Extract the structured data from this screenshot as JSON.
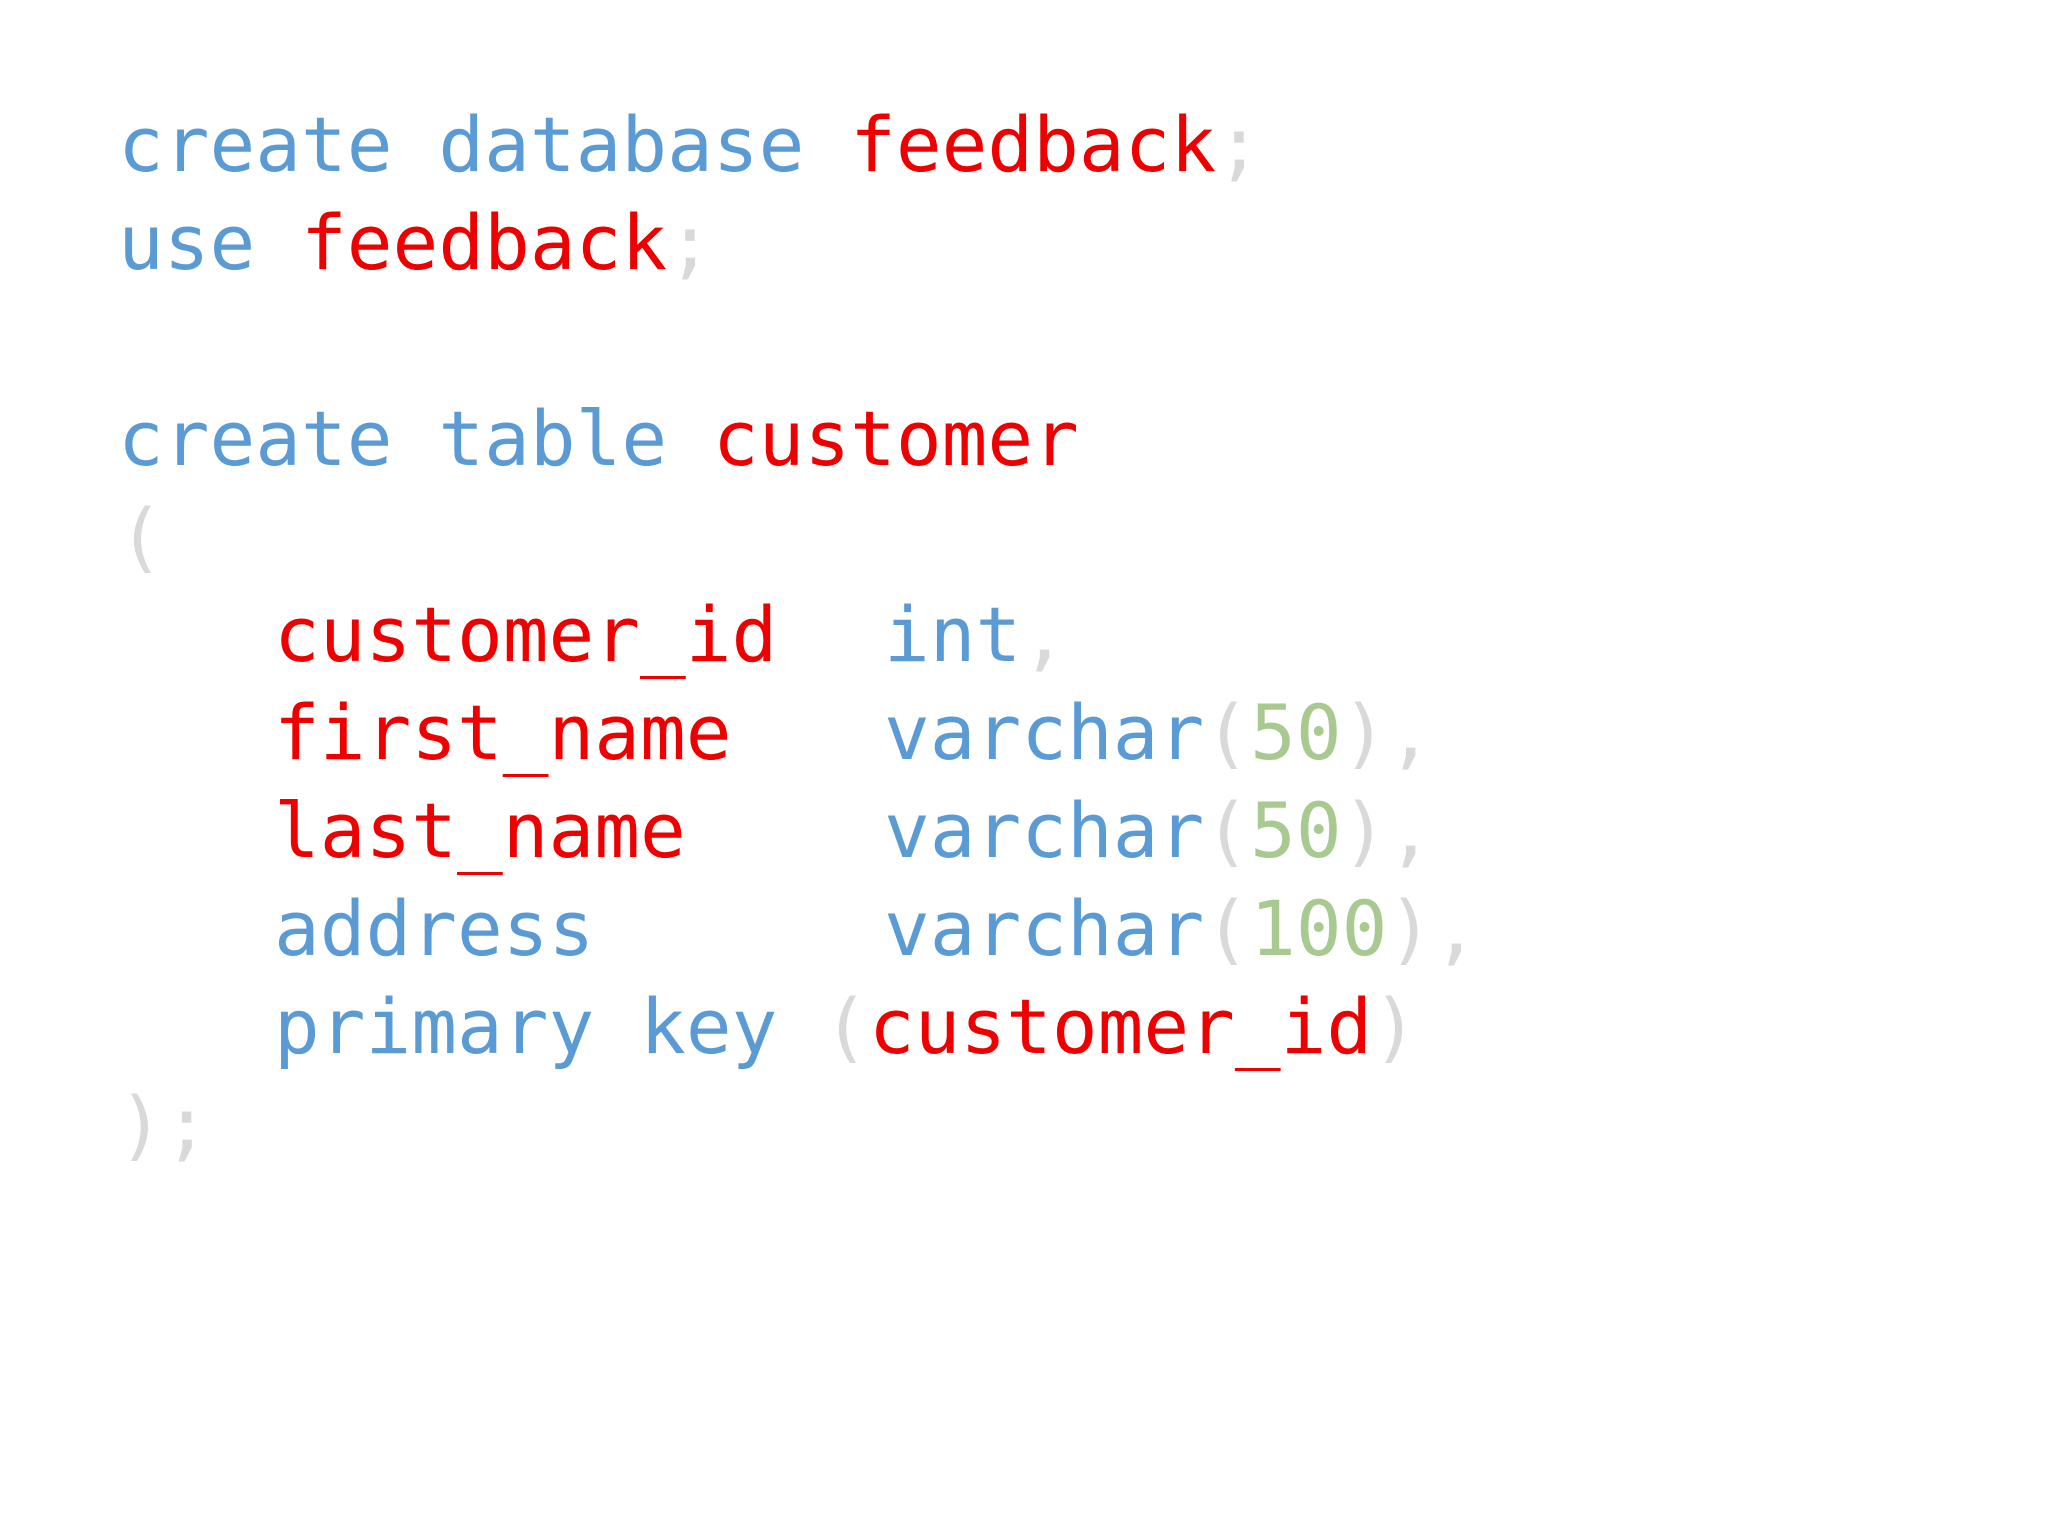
{
  "document": {
    "kind": "sql-code-listing",
    "language": "sql",
    "background_color": "#ffffff"
  },
  "colors": {
    "keyword": "#5b9bd5",
    "identifier": "#ee0000",
    "punctuation": "#d9d9d9",
    "number": "#a8c98f",
    "type": "#5b9bd5",
    "background": "#ffffff"
  },
  "code": {
    "line1": {
      "keyword_create": "create",
      "space1": " ",
      "keyword_database": "database",
      "space2": " ",
      "ident_feedback": "feedback",
      "semicolon": ";"
    },
    "line2": {
      "keyword_use": "use",
      "space1": " ",
      "ident_feedback": "feedback",
      "semicolon": ";"
    },
    "line3": {
      "blank": ""
    },
    "line4": {
      "keyword_create": "create",
      "space1": " ",
      "keyword_table": "table",
      "space2": " ",
      "ident_customer": "customer"
    },
    "line5": {
      "paren_open": "("
    },
    "line6": {
      "column_name": "customer_id",
      "type": "int",
      "comma": ","
    },
    "line7": {
      "column_name": "first_name",
      "type": "varchar",
      "paren_open": "(",
      "length": "50",
      "paren_close": ")",
      "comma": ","
    },
    "line8": {
      "column_name": "last_name",
      "type": "varchar",
      "paren_open": "(",
      "length": "50",
      "paren_close": ")",
      "comma": ","
    },
    "line9": {
      "column_name": "address",
      "type": "varchar",
      "paren_open": "(",
      "length": "100",
      "paren_close": ")",
      "comma": ","
    },
    "line10": {
      "keyword_primary": "primary",
      "space1": " ",
      "keyword_key": "key",
      "space2": " ",
      "paren_open": "(",
      "ident_customer_id": "customer_id",
      "paren_close": ")"
    },
    "line11": {
      "paren_close": ")",
      "semicolon": ";"
    }
  },
  "schema": {
    "database_name": "feedback",
    "table_name": "customer",
    "columns": [
      {
        "name": "customer_id",
        "type": "int",
        "length": null,
        "primary_key": true
      },
      {
        "name": "first_name",
        "type": "varchar",
        "length": "50",
        "primary_key": false
      },
      {
        "name": "last_name",
        "type": "varchar",
        "length": "50",
        "primary_key": false
      },
      {
        "name": "address",
        "type": "varchar",
        "length": "100",
        "primary_key": false
      }
    ],
    "primary_key": "customer_id"
  }
}
